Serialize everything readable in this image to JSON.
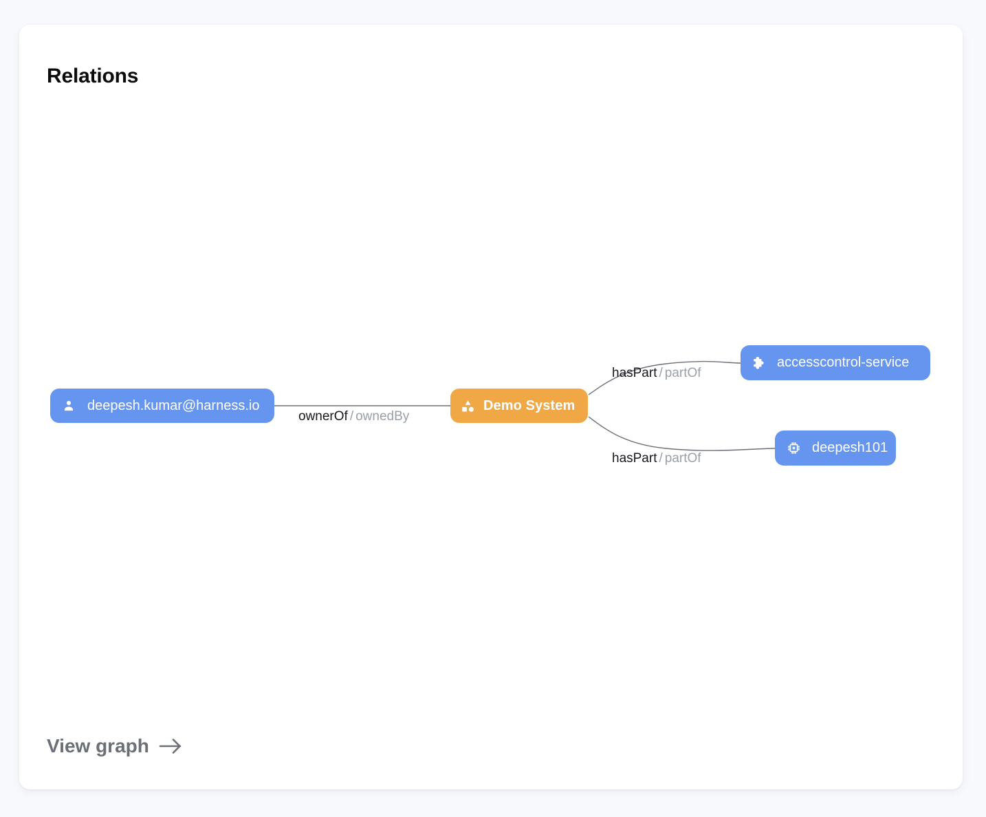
{
  "card": {
    "title": "Relations",
    "footer": {
      "label": "View graph",
      "icon": "arrow-right-icon"
    }
  },
  "colors": {
    "page_background": "#f8f9fc",
    "card_background": "#ffffff",
    "node_blue": "#6695ef",
    "node_orange": "#efa845",
    "edge_line": "#6b6f76",
    "relation_forward_text": "#16181d",
    "relation_reverse_text": "#9aa0a8",
    "title_text": "#0b0b0d",
    "footer_text": "#6b6f76"
  },
  "graph": {
    "nodes": [
      {
        "id": "user",
        "label": "deepesh.kumar@harness.io",
        "kind": "user",
        "icon": "user-icon",
        "color": "#6695ef"
      },
      {
        "id": "system",
        "label": "Demo System",
        "kind": "system",
        "icon": "category-shapes-icon",
        "color": "#efa845"
      },
      {
        "id": "component",
        "label": "accesscontrol-service",
        "kind": "component",
        "icon": "puzzle-piece-icon",
        "color": "#6695ef"
      },
      {
        "id": "resource",
        "label": "deepesh101",
        "kind": "resource",
        "icon": "chip-icon",
        "color": "#6695ef"
      }
    ],
    "edges": [
      {
        "id": "edge-owner",
        "source": "user",
        "target": "system",
        "forward": "ownerOf",
        "separator": "/",
        "reverse": "ownedBy"
      },
      {
        "id": "edge-part-1",
        "source": "system",
        "target": "component",
        "forward": "hasPart",
        "separator": "/",
        "reverse": "partOf"
      },
      {
        "id": "edge-part-2",
        "source": "system",
        "target": "resource",
        "forward": "hasPart",
        "separator": "/",
        "reverse": "partOf"
      }
    ]
  }
}
